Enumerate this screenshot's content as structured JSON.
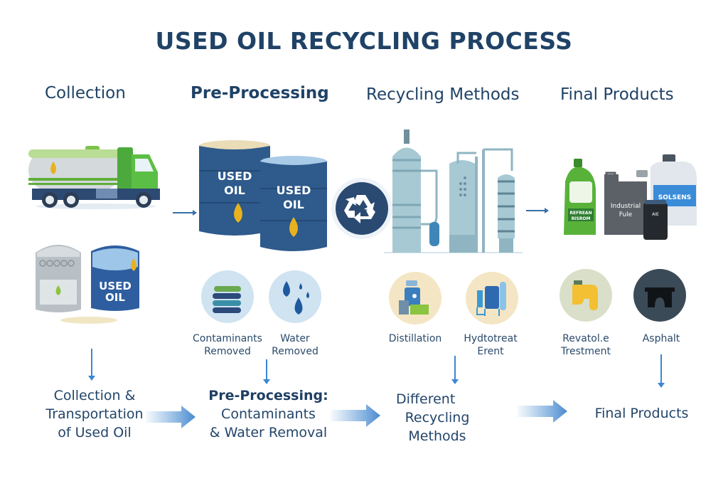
{
  "title": "USED OIL RECYCLING PROCESS",
  "columns": [
    {
      "heading": "Collection"
    },
    {
      "heading": "Pre-Processing"
    },
    {
      "heading": "Recycling Methods"
    },
    {
      "heading": "Final Products"
    }
  ],
  "illustrations": {
    "barrel_label_line1": "USED",
    "barrel_label_line2": "OIL",
    "final_products": {
      "green_bottle_label_line1": "REFREAN",
      "green_bottle_label_line2": "RISROM",
      "gray_jug_label_line1": "Industrial",
      "gray_jug_label_line2": "Fule",
      "white_jug_label": "SOLSENS",
      "black_container_label": "AIE"
    }
  },
  "sub_items": {
    "pre_processing": [
      {
        "label_line1": "Contaminants",
        "label_line2": "Removed",
        "icon": "filter-stack-icon"
      },
      {
        "label_line1": "Water",
        "label_line2": "Removed",
        "icon": "water-drops-icon"
      }
    ],
    "recycling_methods": [
      {
        "label_line1": "Distillation",
        "label_line2": "",
        "icon": "distillation-icon"
      },
      {
        "label_line1": "Hydtotreat",
        "label_line2": "Erent",
        "icon": "hydrotreater-icon"
      }
    ],
    "final_products": [
      {
        "label_line1": "Revatol.e",
        "label_line2": "Trestment",
        "icon": "oil-can-icon"
      },
      {
        "label_line1": "Asphalt",
        "label_line2": "",
        "icon": "asphalt-icon"
      }
    ]
  },
  "bottom_flow": [
    {
      "line1": "Collection &",
      "line2": "Transportation",
      "line3": "of Used Oil"
    },
    {
      "line1": "Pre-Processing:",
      "line2": "Contaminants",
      "line3": "& Water Removal"
    },
    {
      "line1": "Different",
      "line2": "Recycling",
      "line3": "Methods"
    },
    {
      "line1": "Final Products"
    }
  ],
  "colors": {
    "title": "#1f4266",
    "barrel_blue": "#2e5a8c",
    "oil_gold": "#e8b21e",
    "truck_green": "#4caa3c",
    "arrow_blue": "#3a86d4",
    "recycle_navy": "#2a4a72"
  }
}
